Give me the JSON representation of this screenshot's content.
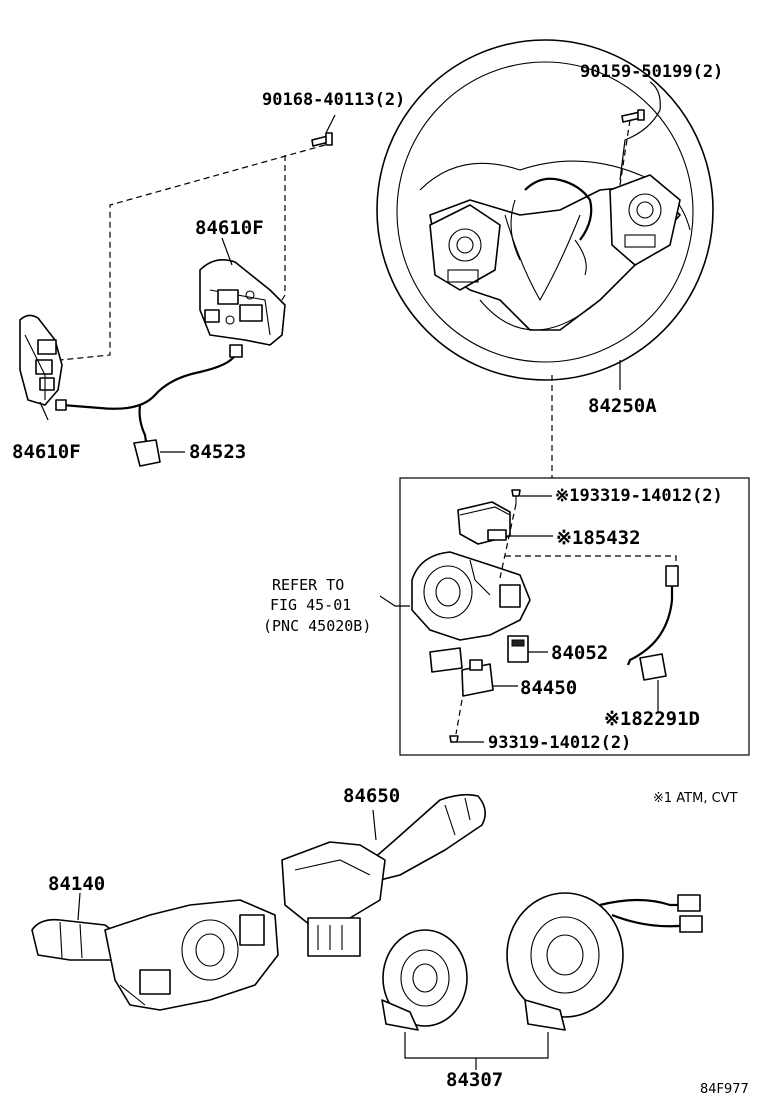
{
  "labels": {
    "bolt_9016840113": "90168-40113(2)",
    "bolt_9015950199": "90159-50199(2)",
    "switch_right": "84610F",
    "switch_left": "84610F",
    "wire_84523": "84523",
    "wheel_cover": "84250A",
    "screw_top": "※193319-14012(2)",
    "part_85432": "※185432",
    "part_84052": "84052",
    "part_84450": "84450",
    "part_82291d": "※182291D",
    "screw_bottom": "93319-14012(2)",
    "refer_line1": "REFER TO",
    "refer_line2": "FIG 45-01",
    "refer_line3": "(PNC 45020B)",
    "part_84650": "84650",
    "part_84140": "84140",
    "part_84307": "84307",
    "footnote": "※1 ATM, CVT",
    "figure_code": "84F977"
  }
}
